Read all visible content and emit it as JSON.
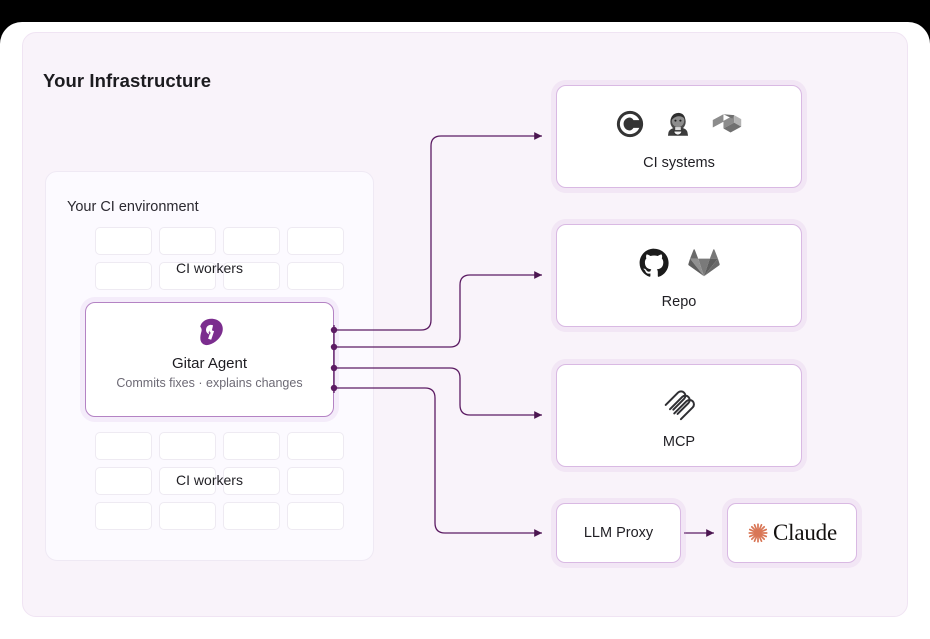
{
  "page": {
    "title": "Your Infrastructure",
    "background_color": "#f9f3fa",
    "accent_color": "#6d2f7a"
  },
  "ci_environment": {
    "title": "Your CI environment",
    "worker_groups": [
      {
        "label": "CI workers",
        "columns": 4,
        "rows": 2,
        "count": 8
      },
      {
        "label": "CI workers",
        "columns": 4,
        "rows": 3,
        "count": 12
      }
    ]
  },
  "agent": {
    "name": "Gitar Agent",
    "subtitle": "Commits fixes · explains changes",
    "logo": "gitar-logo-icon",
    "border_color": "#b483c4",
    "connector_count": 4
  },
  "targets": [
    {
      "id": "ci-systems",
      "caption": "CI systems",
      "icons": [
        "circleci-icon",
        "jenkins-icon",
        "buildkite-icon"
      ]
    },
    {
      "id": "repo",
      "caption": "Repo",
      "icons": [
        "github-icon",
        "gitlab-icon"
      ]
    },
    {
      "id": "mcp",
      "caption": "MCP",
      "icons": [
        "mcp-icon"
      ]
    }
  ],
  "llm": {
    "proxy_label": "LLM Proxy",
    "model_label": "Claude",
    "model_logo": "claude-sunburst-icon",
    "model_logo_color": "#d97757"
  }
}
